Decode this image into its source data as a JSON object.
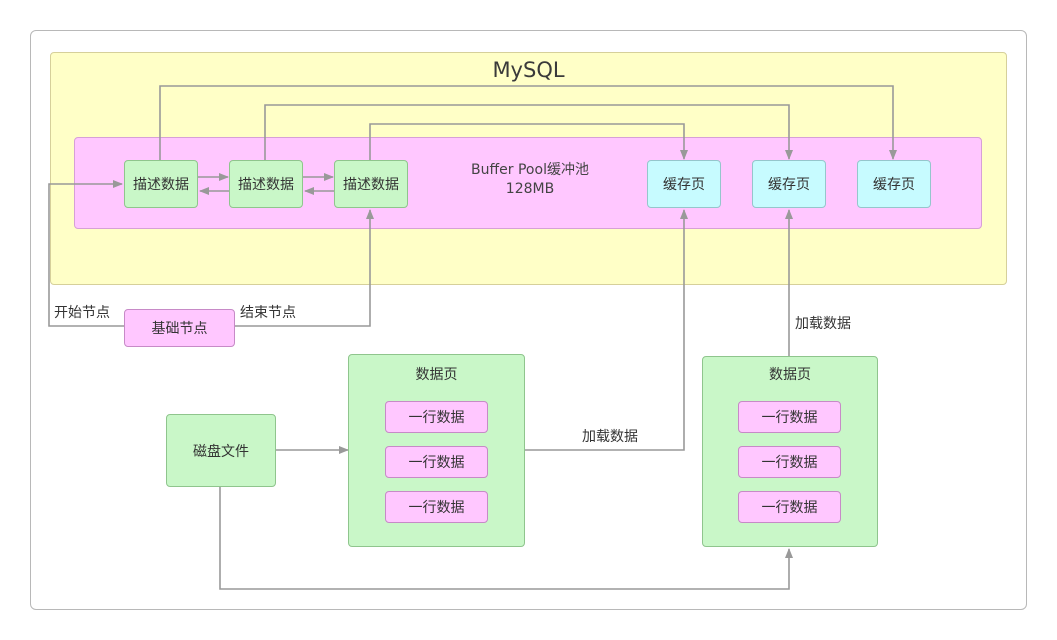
{
  "mysql": {
    "title": "MySQL"
  },
  "buffer_pool": {
    "label_line1": "Buffer Pool缓冲池",
    "label_line2": "128MB"
  },
  "descriptors": [
    "描述数据",
    "描述数据",
    "描述数据"
  ],
  "cache_pages": [
    "缓存页",
    "缓存页",
    "缓存页"
  ],
  "base_node": {
    "label": "基础节点",
    "start_label": "开始节点",
    "end_label": "结束节点"
  },
  "disk_file": {
    "label": "磁盘文件"
  },
  "data_page_left": {
    "title": "数据页",
    "rows": [
      "一行数据",
      "一行数据",
      "一行数据"
    ]
  },
  "data_page_right": {
    "title": "数据页",
    "rows": [
      "一行数据",
      "一行数据",
      "一行数据"
    ]
  },
  "edge_labels": {
    "load_left": "加载数据",
    "load_right": "加载数据"
  },
  "colors": {
    "mysql_bg": "#ffffc7",
    "pool_bg": "#ffc7ff",
    "descriptor_bg": "#c9f7c8",
    "cache_bg": "#c7fbff",
    "arrow": "#999999"
  }
}
